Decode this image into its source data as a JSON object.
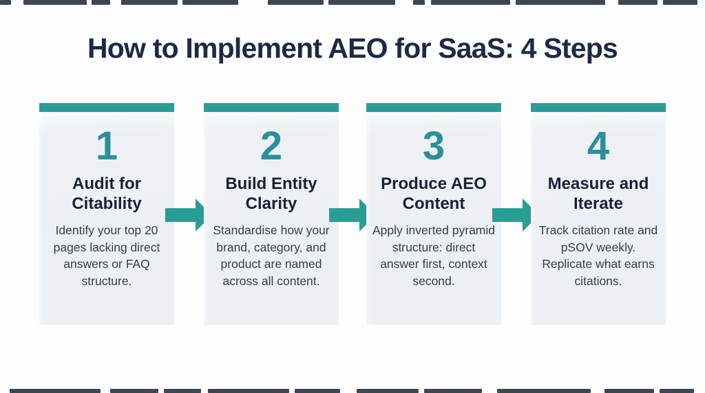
{
  "header": {
    "title": "How to Implement AEO for SaaS: 4 Steps"
  },
  "steps": [
    {
      "number": "1",
      "title": "Audit for Citability",
      "description": "Identify your top 20 pages lacking direct answers or FAQ structure."
    },
    {
      "number": "2",
      "title": "Build Entity Clarity",
      "description": "Standardise how your brand, category, and product are named across all content."
    },
    {
      "number": "3",
      "title": "Produce AEO Content",
      "description": "Apply inverted pyramid structure: direct answer first, context second."
    },
    {
      "number": "4",
      "title": "Measure and Iterate",
      "description": "Track citation rate and pSOV weekly. Replicate what earns citations."
    }
  ],
  "colors": {
    "accent_teal": "#2a9d96",
    "number_teal": "#2b8f9a",
    "title_navy": "#1c2a44",
    "card_title_navy": "#152238",
    "body_text": "#343d49",
    "card_background": "#edf0f4",
    "edge_artifact": "#222e3c"
  },
  "edge_artifacts": {
    "top": {
      "segments": [
        [
          0,
          16
        ],
        [
          34,
          126
        ],
        [
          133,
          160
        ],
        [
          176,
          258
        ],
        [
          265,
          346
        ],
        [
          389,
          470
        ],
        [
          477,
          574
        ],
        [
          600,
          617
        ],
        [
          626,
          741
        ],
        [
          749,
          879
        ],
        [
          898,
          955
        ],
        [
          963,
          1013
        ]
      ]
    },
    "bottom": {
      "segments": [
        [
          14,
          146
        ],
        [
          160,
          230
        ],
        [
          238,
          292
        ],
        [
          302,
          420
        ],
        [
          428,
          494
        ],
        [
          518,
          608
        ],
        [
          616,
          700
        ],
        [
          722,
          858
        ],
        [
          878,
          950
        ],
        [
          958,
          1008
        ]
      ]
    }
  }
}
